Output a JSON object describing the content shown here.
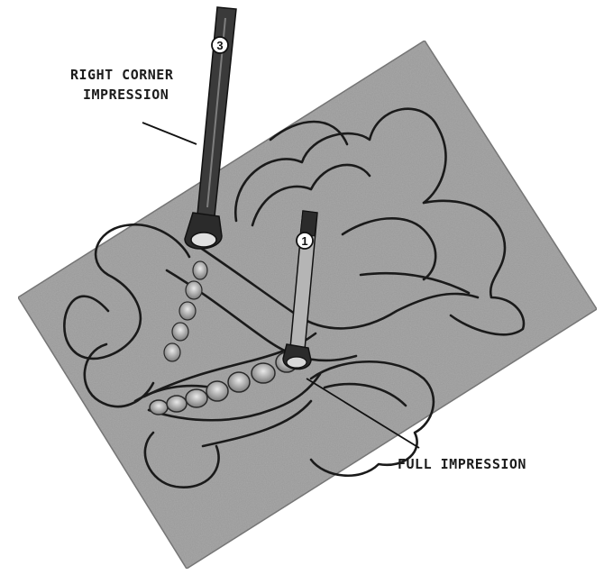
{
  "labels": {
    "right_corner_line1": "RIGHT CORNER",
    "right_corner_line2": "IMPRESSION",
    "full_impression": "FULL IMPRESSION"
  },
  "tool_markers": {
    "upper_tool": "3",
    "lower_tool": "1"
  },
  "colors": {
    "leather": "#a8a8a8",
    "outline": "#1a1a1a",
    "tool": "#3a3a3a",
    "background": "#ffffff"
  }
}
